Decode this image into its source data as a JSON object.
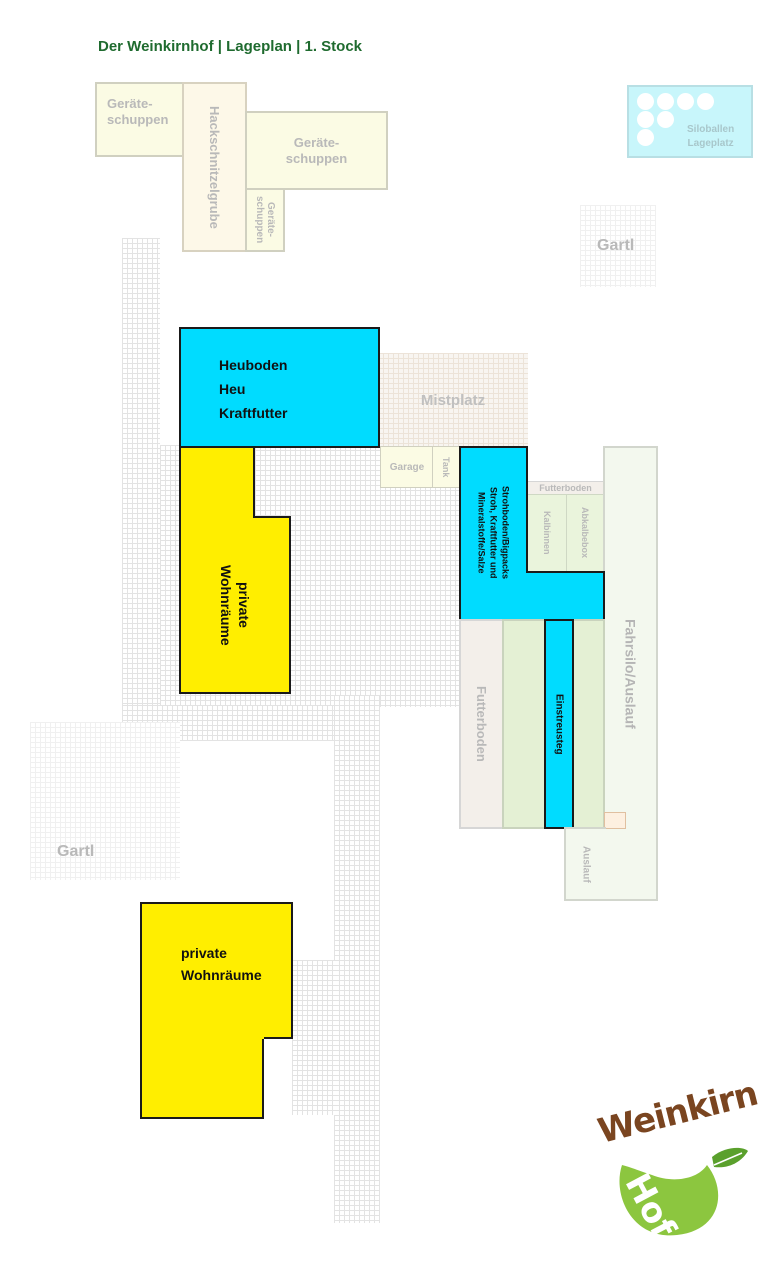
{
  "title": "Der Weinkirnhof | Lageplan | 1. Stock",
  "areas": {
    "geraeteschuppen_1": "Geräte-\nschuppen",
    "hackschnitzelgrube": "Hackschnitzelgrube",
    "geraeteschuppen_2": "Geräte-\nschuppen",
    "geraeteschuppen_3": "Geräte-\nschuppen",
    "siloballen": "Siloballen\nLageplatz",
    "gartl_1": "Gartl",
    "heuboden": "Heuboden\nHeu\nKraftfutter",
    "mistplatz": "Mistplatz",
    "garage": "Garage",
    "tank": "Tank",
    "strohboden": "Strohboden/Bigpacks\nStroh, Kraftfutter und\nMineralstoffe/Salze",
    "futterboden_small": "Futterboden",
    "kalbinnen": "Kalbinnen",
    "abkalbebox": "Abkalbebox",
    "fahrsilo": "Fahrsilo/Auslauf",
    "private_1": "private\nWohnräume",
    "futterboden": "Futterboden",
    "einstreusteg": "Einstreusteg",
    "auslauf": "Auslauf",
    "gartl_2": "Gartl",
    "private_2": "private\nWohnräume"
  },
  "logo": {
    "word1": "Weinkirn",
    "word2": "Hof"
  },
  "colors": {
    "cyan": "#00dcff",
    "yellow": "#ffee00",
    "title_green": "#1f6b2f",
    "logo_brown": "#7a4520",
    "logo_green": "#8cc63f"
  }
}
